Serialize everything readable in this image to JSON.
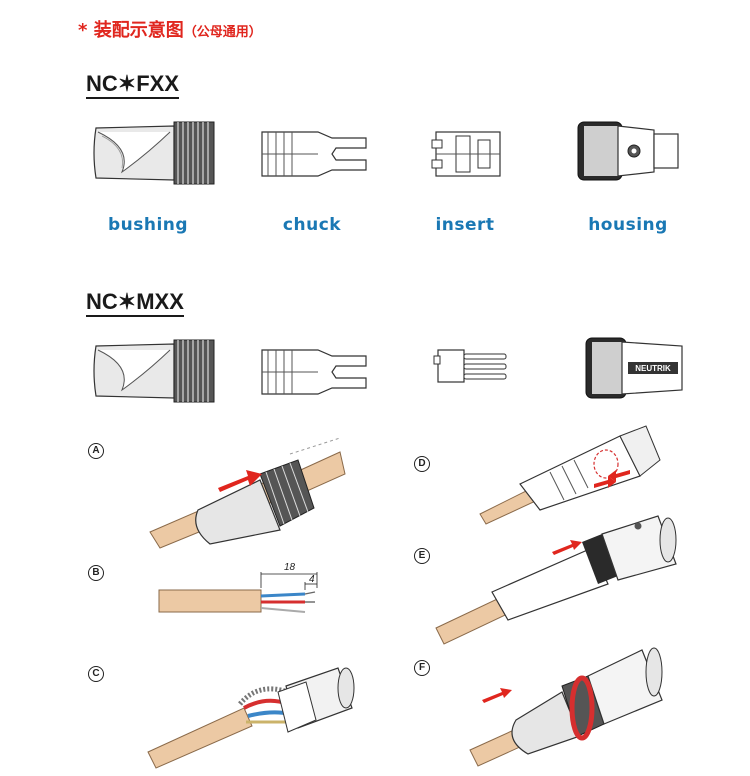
{
  "title": {
    "main": "装配示意图",
    "sub": "（公母通用）"
  },
  "sections": [
    {
      "heading": "NC✶FXX",
      "parts": [
        "bushing",
        "chuck",
        "insert",
        "housing"
      ]
    },
    {
      "heading": "NC✶MXX"
    }
  ],
  "housing_brand": "NEUTRIK",
  "steps": [
    "A",
    "B",
    "C",
    "D",
    "E",
    "F"
  ],
  "strip_dimensions": {
    "outer": "18",
    "inner": "4"
  },
  "colors": {
    "title": "#e0261e",
    "part_label": "#1a78b4",
    "cable": "#ecc9a4",
    "arrow": "#e0261e",
    "wire_red": "#d62f2f",
    "wire_blue": "#3b86c8"
  }
}
